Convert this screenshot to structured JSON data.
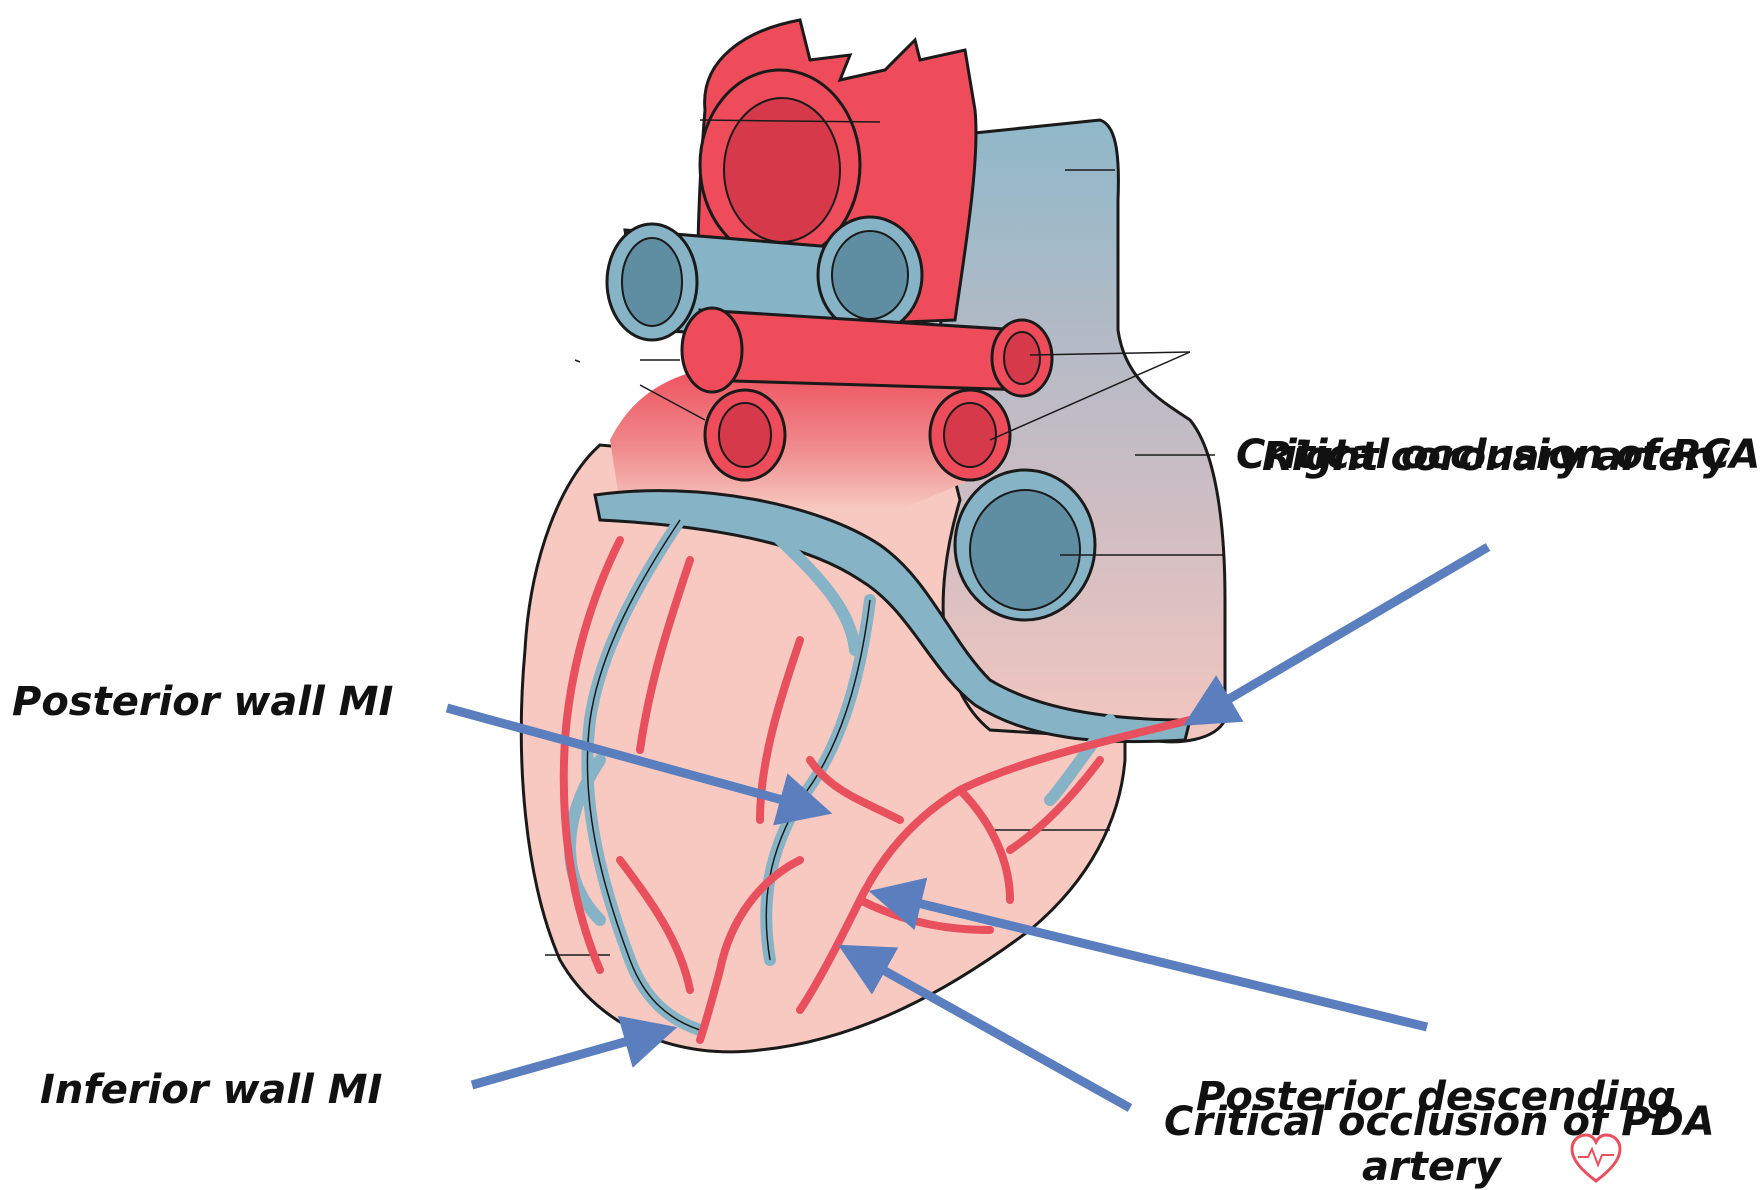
{
  "labels": {
    "posterior_wall": "Posterior wall MI",
    "inferior_wall": "Inferior wall MI",
    "critical_rca": "Critical occlusion of RCA",
    "right_coronary": "Right coronary artery",
    "posterior_descending_1": "Posterior descending",
    "posterior_descending_2": "artery",
    "critical_pda": "Critical occlusion of PDA"
  },
  "colors": {
    "artery": "#e8505e",
    "artery_dark": "#d63a4a",
    "vein": "#86b3c6",
    "vein_dark": "#5f8ea3",
    "myocardium": "#f7c9c0",
    "arrow": "#5b7fbe",
    "outline": "#1a1a1a"
  },
  "icons": {
    "corner": "heart-pulse-icon"
  }
}
